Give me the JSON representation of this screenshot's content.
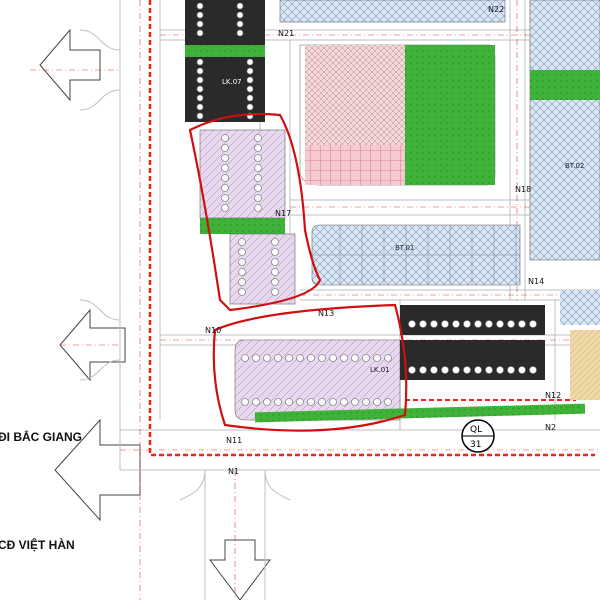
{
  "map": {
    "roads": [
      "N21",
      "N22",
      "N17",
      "N18",
      "N14",
      "N13",
      "N10",
      "N11",
      "N12",
      "N2",
      "N1"
    ],
    "blocks": {
      "lk07": "LK.07",
      "bt01": "BT.01",
      "bt02": "BT.02",
      "lk01": "LK.01"
    },
    "highway": {
      "prefix": "QL",
      "number": "31"
    },
    "directions": {
      "bac_giang": "ĐI BẮC GIANG",
      "viet_han": "CĐ VIỆT HÀN"
    },
    "colors": {
      "road_edge": "#b8c0c0",
      "centerline": "#e23b3b",
      "boundary": "#e8261a",
      "highlight": "#d01010",
      "green": "#3fb23a",
      "lot_pink": "#e8d8ee",
      "lot_blue": "#d9e6f3",
      "lot_dark": "#2a2a2a",
      "rose": "#f0d0d4"
    }
  }
}
